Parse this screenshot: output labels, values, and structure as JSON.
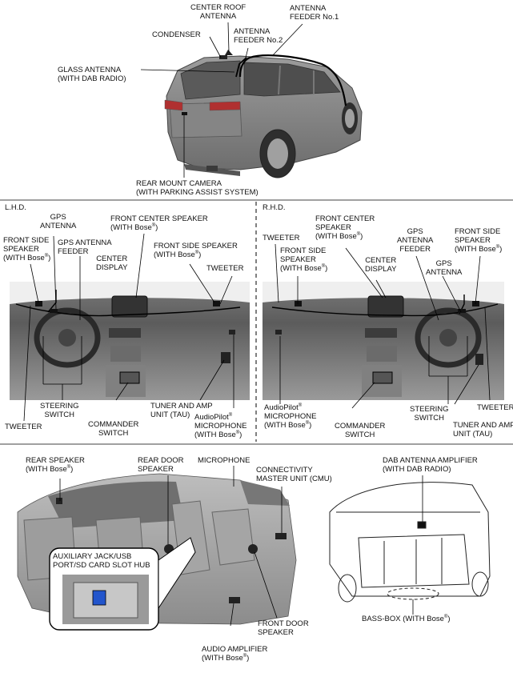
{
  "top_labels": {
    "center_roof_antenna": [
      "CENTER ROOF",
      "ANTENNA"
    ],
    "antenna_feeder_1": [
      "ANTENNA",
      "FEEDER No.1"
    ],
    "condenser": [
      "CONDENSER"
    ],
    "antenna_feeder_2": [
      "ANTENNA",
      "FEEDER No.2"
    ],
    "glass_antenna": [
      "GLASS ANTENNA",
      "(WITH DAB RADIO)"
    ],
    "rear_mount_camera": [
      "REAR MOUNT CAMERA",
      "(WITH PARKING ASSIST SYSTEM)"
    ]
  },
  "lhd": {
    "title": "L.H.D.",
    "gps_antenna": [
      "GPS",
      "ANTENNA"
    ],
    "front_center_speaker": [
      "FRONT CENTER SPEAKER",
      "(WITH Bose"
    ],
    "front_side_speaker_left": [
      "FRONT SIDE",
      "SPEAKER",
      "(WITH Bose"
    ],
    "gps_antenna_feeder": [
      "GPS ANTENNA",
      "FEEDER"
    ],
    "center_display": [
      "CENTER",
      "DISPLAY"
    ],
    "front_side_speaker_right": [
      "FRONT SIDE SPEAKER",
      "(WITH Bose"
    ],
    "tweeter_right": [
      "TWEETER"
    ],
    "tweeter_left": [
      "TWEETER"
    ],
    "steering_switch": [
      "STEERING",
      "SWITCH"
    ],
    "commander_switch": [
      "COMMANDER",
      "SWITCH"
    ],
    "tuner_amp": [
      "TUNER AND AMP",
      "UNIT (TAU)"
    ],
    "audiopilot_mic": [
      "AudioPilot",
      "MICROPHONE",
      "(WITH Bose"
    ]
  },
  "rhd": {
    "title": "R.H.D.",
    "front_center_speaker": [
      "FRONT CENTER",
      "SPEAKER",
      "(WITH Bose"
    ],
    "tweeter_left": [
      "TWEETER"
    ],
    "front_side_speaker_left": [
      "FRONT SIDE",
      "SPEAKER",
      "(WITH Bose"
    ],
    "center_display": [
      "CENTER",
      "DISPLAY"
    ],
    "gps_antenna_feeder": [
      "GPS",
      "ANTENNA",
      "FEEDER"
    ],
    "gps_antenna": [
      "GPS",
      "ANTENNA"
    ],
    "front_side_speaker_right": [
      "FRONT SIDE",
      "SPEAKER",
      "(WITH Bose"
    ],
    "audiopilot_mic": [
      "AudioPilot",
      "MICROPHONE",
      "(WITH Bose"
    ],
    "commander_switch": [
      "COMMANDER",
      "SWITCH"
    ],
    "steering_switch": [
      "STEERING",
      "SWITCH"
    ],
    "tuner_amp": [
      "TUNER AND AMP",
      "UNIT (TAU)"
    ],
    "tweeter_right": [
      "TWEETER"
    ]
  },
  "bottom_labels": {
    "rear_speaker": [
      "REAR SPEAKER",
      "(WITH Bose"
    ],
    "rear_door_speaker": [
      "REAR DOOR",
      "SPEAKER"
    ],
    "microphone": [
      "MICROPHONE"
    ],
    "cmu": [
      "CONNECTIVITY",
      "MASTER UNIT (CMU)"
    ],
    "dab_amplifier": [
      "DAB ANTENNA AMPLIFIER",
      "(WITH DAB RADIO)"
    ],
    "aux_hub": [
      "AUXILIARY JACK/USB",
      "PORT/SD CARD SLOT HUB"
    ],
    "front_door_speaker": [
      "FRONT DOOR",
      "SPEAKER"
    ],
    "bass_box": [
      "BASS-BOX (WITH Bose"
    ],
    "audio_amplifier": [
      "AUDIO AMPLIFIER",
      "(WITH Bose"
    ]
  },
  "symbols": {
    "registered": "®",
    "close_paren": ")"
  },
  "colors": {
    "harness": "#000000",
    "part_accent": "#2255cc",
    "body_gray": "#8a8a8a"
  }
}
